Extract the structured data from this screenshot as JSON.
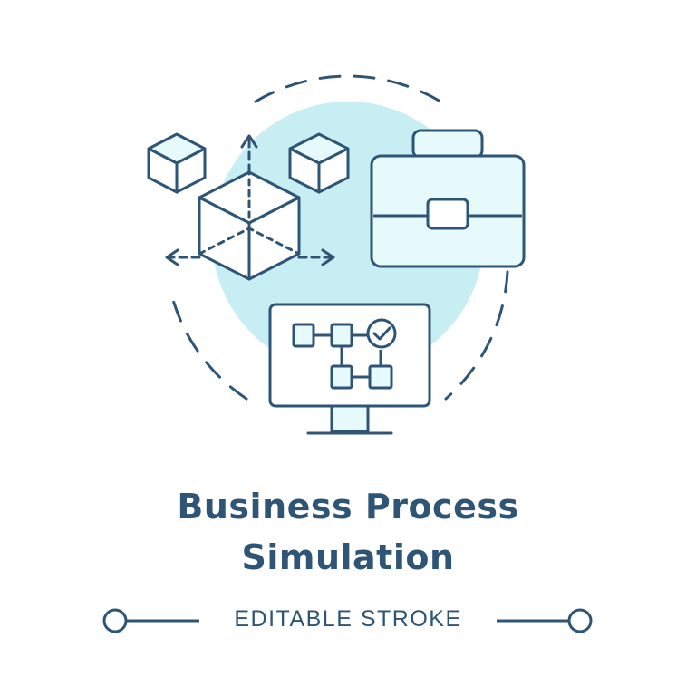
{
  "heading": {
    "line1": "Business Process",
    "line2": "Simulation"
  },
  "subtitle": "EDITABLE STROKE",
  "colors": {
    "stroke": "#2f5576",
    "accent_fill": "#c7eef3",
    "light_fill": "#e6fafb"
  },
  "icons": [
    "cube-icon",
    "briefcase-icon",
    "monitor-icon",
    "flowchart-icon",
    "checkmark-icon"
  ]
}
